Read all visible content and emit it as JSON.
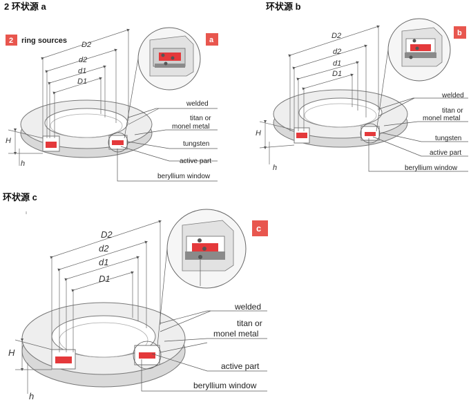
{
  "headings": {
    "a": "2   环状源 a",
    "b": "环状源 b",
    "c": "环状源 c"
  },
  "ring_sources_label": "ring sources",
  "ring_sources_number": "2",
  "badges": {
    "a": "a",
    "b": "b",
    "c": "c"
  },
  "dimensions": {
    "D2": "D2",
    "d2": "d2",
    "d1": "d1",
    "D1": "D1",
    "H": "H",
    "h": "h"
  },
  "labels": {
    "welded": "welded",
    "titan_line1": "titan or",
    "titan_line2": "monel metal",
    "tungsten": "tungsten",
    "active_part": "active part",
    "beryllium_window": "beryllium window"
  },
  "colors": {
    "badge": "#e8564e",
    "active": "#e4393b",
    "ring_fill": "#ececec",
    "ring_stroke": "#777777",
    "housing": "#bdbdbd",
    "window": "#8a8a8a"
  }
}
